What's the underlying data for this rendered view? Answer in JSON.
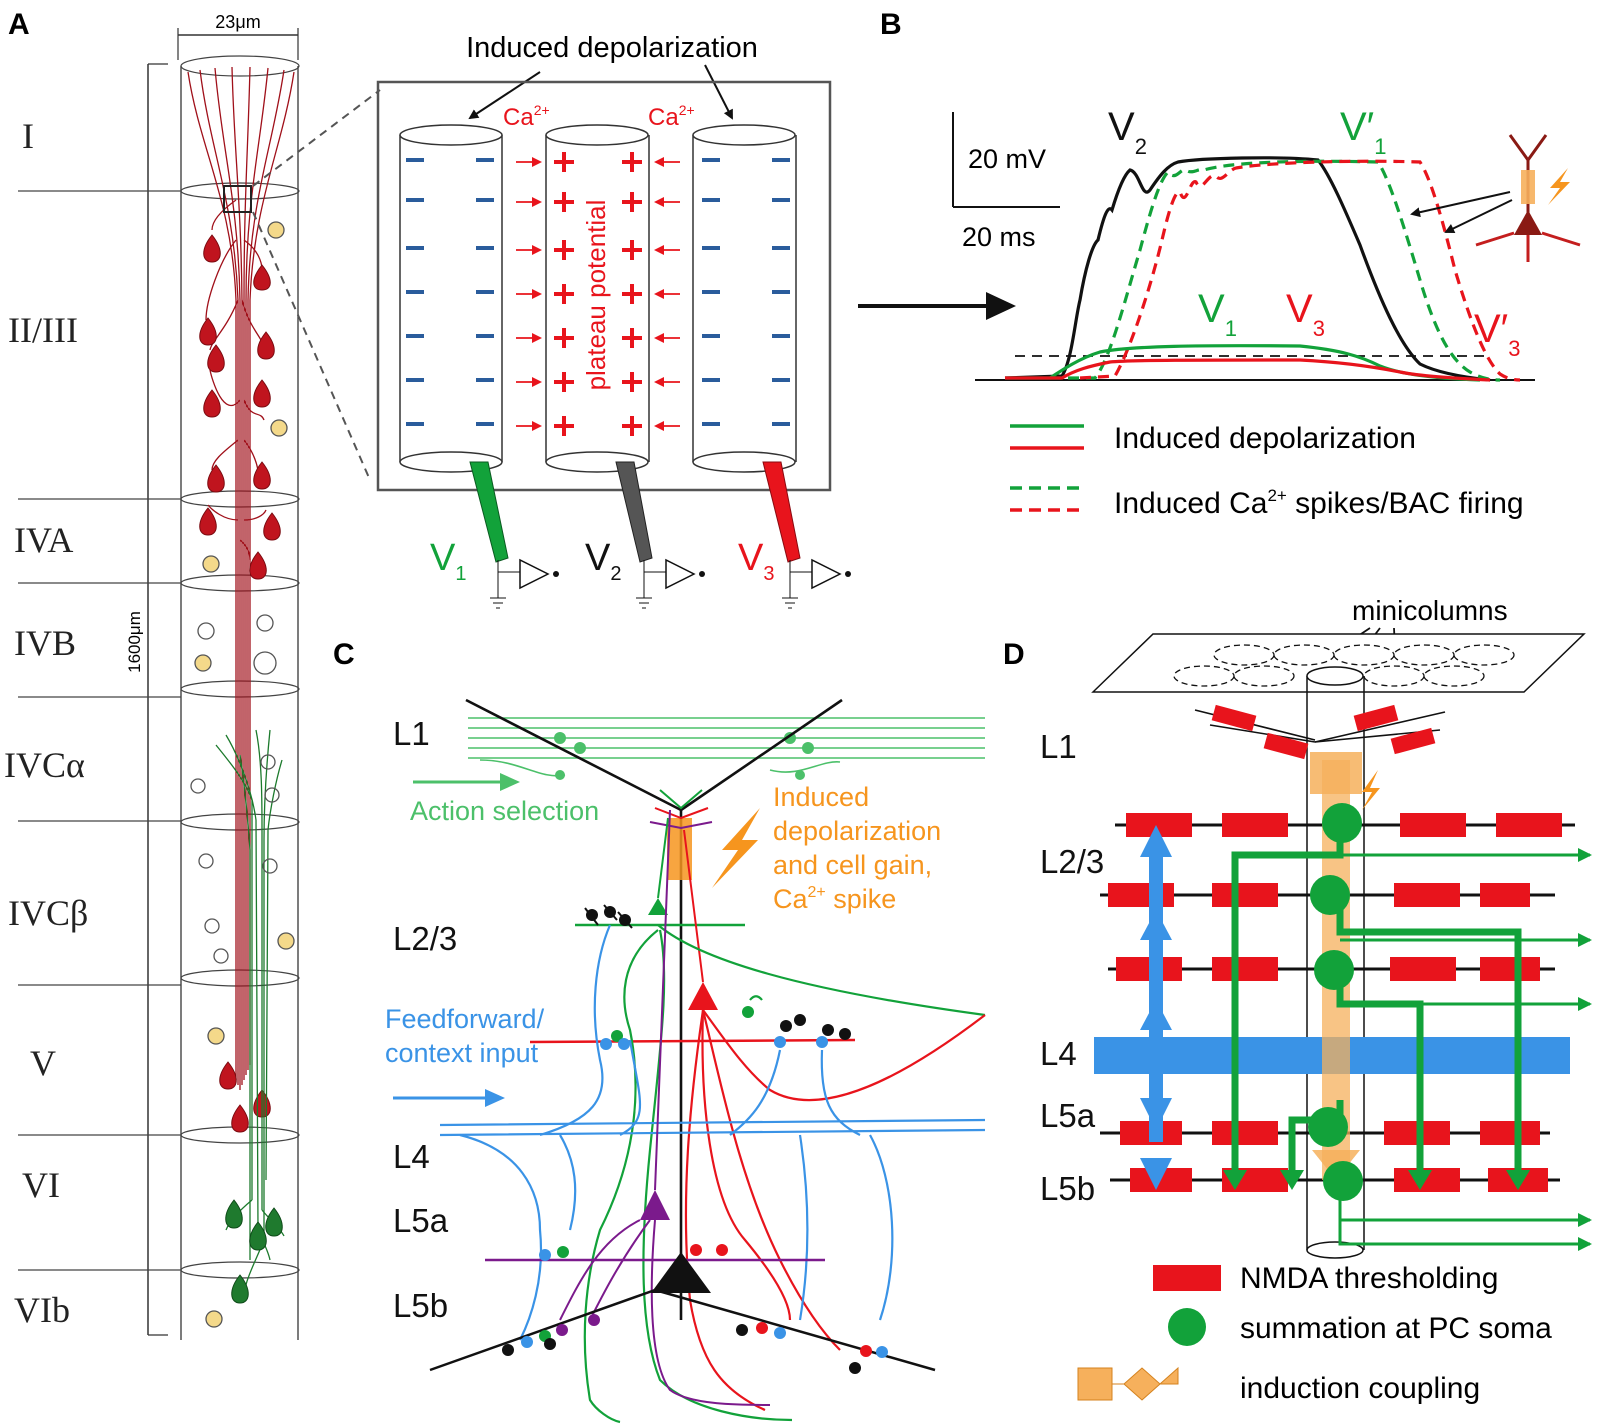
{
  "colors": {
    "red": "#e8141c",
    "darkred": "#a0101a",
    "green": "#12a23a",
    "lightgreen": "#5fc77a",
    "blue": "#3a93e6",
    "orange": "#f6951e",
    "purple": "#7b1a8c",
    "navy": "#2a5c9c",
    "black": "#111111"
  },
  "panel_a": {
    "letter": "A",
    "width_label": "23μm",
    "height_label": "1600μm",
    "layers": [
      "I",
      "II/III",
      "IVA",
      "IVB",
      "IVCα",
      "IVCβ",
      "V",
      "VI",
      "VIb"
    ]
  },
  "panel_inset": {
    "title": "Induced depolarization",
    "ca_left": "Ca",
    "ca_right": "Ca",
    "ca_sup": "2+",
    "plateau": "plateau potential",
    "electrodes": [
      {
        "v": "V",
        "sub": "1"
      },
      {
        "v": "V",
        "sub": "2"
      },
      {
        "v": "V",
        "sub": "3"
      }
    ]
  },
  "panel_b": {
    "letter": "B",
    "scale_mv": "20 mV",
    "scale_ms": "20 ms",
    "trace_labels": {
      "v2": {
        "v": "V",
        "sub": "2"
      },
      "v1p": {
        "v": "V′",
        "sub": "1"
      },
      "v1": {
        "v": "V",
        "sub": "1"
      },
      "v3": {
        "v": "V",
        "sub": "3"
      },
      "v3p": {
        "v": "V′",
        "sub": "3"
      }
    },
    "legend": [
      {
        "text": "Induced depolarization",
        "sup": "",
        "after": ""
      },
      {
        "text": "Induced Ca",
        "sup": "2+",
        "after": " spikes/BAC firing"
      }
    ]
  },
  "panel_c": {
    "letter": "C",
    "layers": [
      "L1",
      "L2/3",
      "L4",
      "L5a",
      "L5b"
    ],
    "action_selection": "Action selection",
    "feedforward": [
      "Feedforward/",
      "context input"
    ],
    "induced": [
      "Induced",
      "depolarization",
      "and cell gain,"
    ],
    "ca_spike": {
      "pre": "Ca",
      "sup": "2+",
      "post": " spike"
    }
  },
  "panel_d": {
    "letter": "D",
    "minicolumns": "minicolumns",
    "layers": [
      "L1",
      "L2/3",
      "L4",
      "L5a",
      "L5b"
    ],
    "legend": [
      "NMDA thresholding",
      "summation at PC soma",
      "induction coupling"
    ]
  }
}
